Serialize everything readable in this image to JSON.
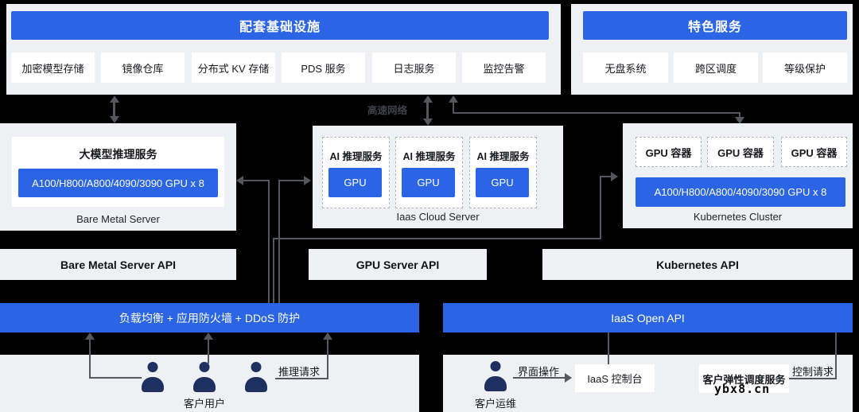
{
  "colors": {
    "accent_blue": "#2b65e6",
    "panel_gray": "#eef0f4",
    "line_gray": "#54575d",
    "user_navy": "#1d3060"
  },
  "infrastructure": {
    "title": "配套基础设施",
    "items": [
      "加密模型存储",
      "镜像仓库",
      "分布式 KV 存储",
      "PDS 服务",
      "日志服务",
      "监控告警"
    ]
  },
  "featured": {
    "title": "特色服务",
    "items": [
      "无盘系统",
      "跨区调度",
      "等级保护"
    ]
  },
  "network": {
    "label": "高速网络"
  },
  "bare_metal": {
    "title": "大模型推理服务",
    "gpu_spec": "A100/H800/A800/4090/3090 GPU x 8",
    "caption": "Bare Metal Server"
  },
  "iaas_cloud": {
    "service_label": "AI 推理服务",
    "gpu_label": "GPU",
    "caption": "Iaas Cloud Server"
  },
  "kubernetes": {
    "container_label": "GPU 容器",
    "gpu_spec": "A100/H800/A800/4090/3090 GPU x 8",
    "caption": "Kubernetes Cluster"
  },
  "api_layer": {
    "bare_metal_api": "Bare Metal Server API",
    "gpu_server_api": "GPU Server API",
    "kubernetes_api": "Kubernetes API"
  },
  "gateway": {
    "security_bar": "负载均衡 + 应用防火墙 + DDoS 防护",
    "open_api_bar": "IaaS Open API"
  },
  "clients": {
    "users_label": "客户用户",
    "inference_request_label": "推理请求"
  },
  "operations": {
    "ops_label": "客户运维",
    "ui_operation_label": "界面操作",
    "console_label": "IaaS 控制台",
    "scheduler_label": "客户弹性调度服务",
    "control_request_label": "控制请求"
  },
  "watermark": "ybx8.cn"
}
